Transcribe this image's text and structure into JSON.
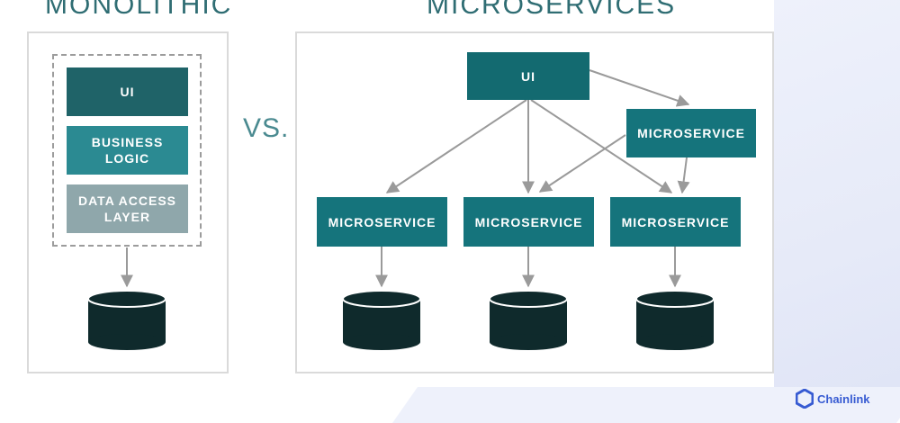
{
  "monolithic": {
    "title": "MONOLITHIC",
    "layers": [
      {
        "label": "UI"
      },
      {
        "label": "BUSINESS\nLOGIC"
      },
      {
        "label": "DATA ACCESS\nLAYER"
      }
    ]
  },
  "vs_label": "VS.",
  "microservices": {
    "title": "MICROSERVICES",
    "ui_label": "UI",
    "side_service_label": "MICROSERVICE",
    "services": [
      {
        "label": "MICROSERVICE"
      },
      {
        "label": "MICROSERVICE"
      },
      {
        "label": "MICROSERVICE"
      }
    ]
  },
  "colors": {
    "node_dark": "#136a70",
    "node": "#15747c",
    "layer_mid": "#2b8a92",
    "layer_gray": "#8fa7ab",
    "database": "#0f2a2c",
    "arrow": "#9a9a9a"
  },
  "logo": {
    "text": "Chainlink",
    "icon": "chainlink-hexagon-icon"
  }
}
